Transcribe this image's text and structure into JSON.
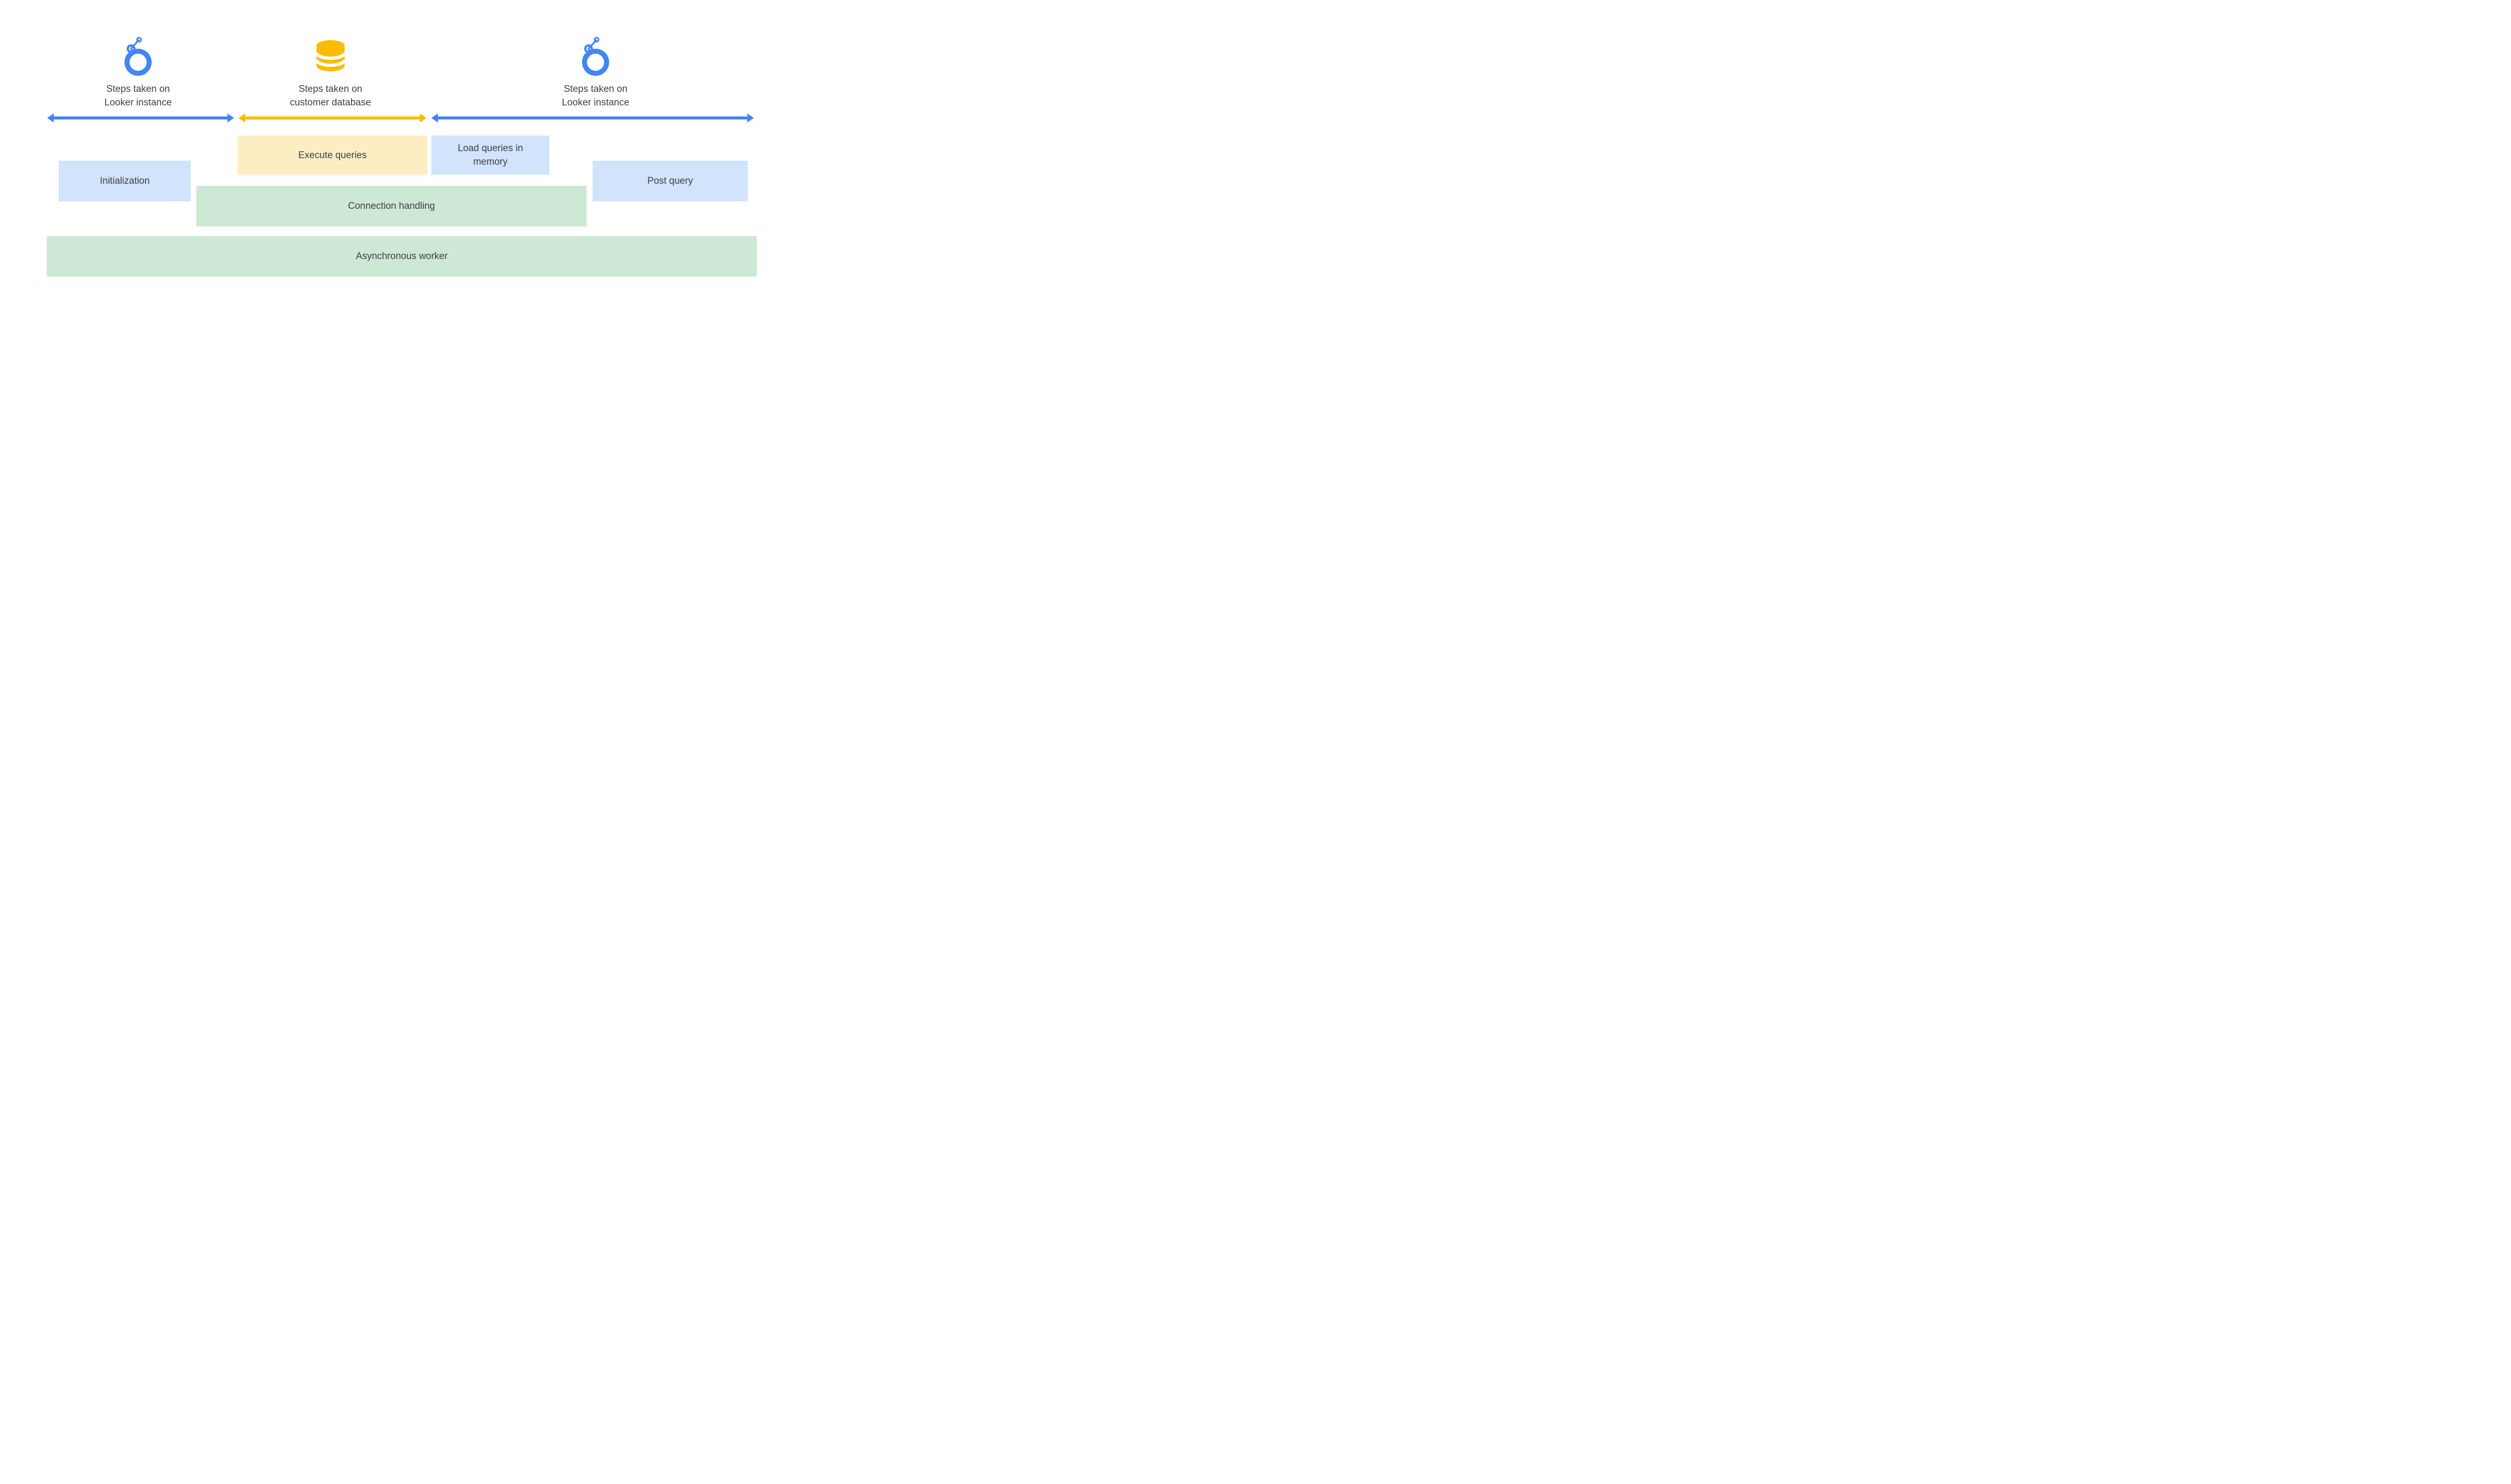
{
  "header": {
    "left": {
      "icon": "looker-icon",
      "line1": "Steps taken on",
      "line2": "Looker instance"
    },
    "middle": {
      "icon": "database-icon",
      "line1": "Steps taken on",
      "line2": "customer database"
    },
    "right": {
      "icon": "looker-icon",
      "line1": "Steps taken on",
      "line2": "Looker instance"
    }
  },
  "arrows": {
    "left": {
      "color": "#4285F4"
    },
    "middle": {
      "color": "#FBBC04"
    },
    "right": {
      "color": "#4285F4"
    }
  },
  "boxes": {
    "initialization": {
      "label": "Initialization",
      "fill": "#D2E3FC"
    },
    "execute_queries": {
      "label": "Execute queries",
      "fill": "#FCEEC2"
    },
    "load_queries": {
      "label": "Load queries in memory",
      "fill": "#D2E3FC"
    },
    "post_query": {
      "label": "Post query",
      "fill": "#D2E3FC"
    },
    "connection_handling": {
      "label": "Connection handling",
      "fill": "#CEE8D6"
    },
    "asynchronous_worker": {
      "label": "Asynchronous worker",
      "fill": "#CEE8D6"
    }
  },
  "colors": {
    "background": "#FFFFFF",
    "text": "#3C4043",
    "looker_blue": "#4285F4",
    "database_yellow": "#FBBC04"
  }
}
